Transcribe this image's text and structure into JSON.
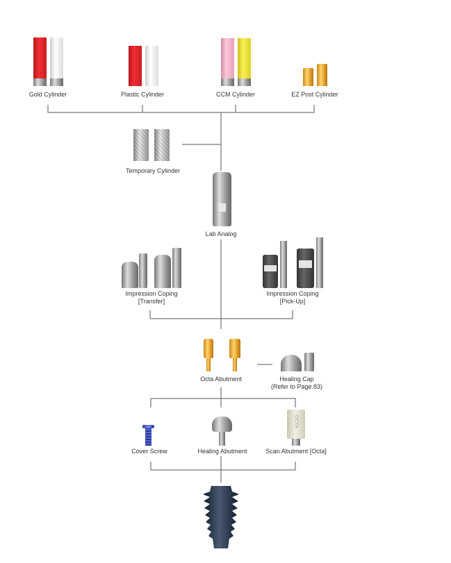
{
  "labels": {
    "gold_cylinder": "Gold Cylinder",
    "plastic_cylinder": "Plastic Cylinder",
    "ccm_cylinder": "CCM Cylinder",
    "ez_post_cylinder": "EZ Post Cylinder",
    "temporary_cylinder": "Temporary Cylinder",
    "lab_analog": "Lab Analog",
    "impression_transfer": "Impression Coping",
    "impression_transfer_sub": "[Transfer]",
    "impression_pickup": "Impression Coping",
    "impression_pickup_sub": "[Pick-Up]",
    "octa_abutment": "Octa Abutment",
    "healing_cap": "Healing Cap",
    "healing_cap_sub": "(Refer to Page.83)",
    "cover_screw": "Cover Screw",
    "healing_abutment": "Healing Abutment",
    "scan_abutment": "Scan Abutment [Octa]",
    "scan_engraving": "OCTA"
  },
  "colors": {
    "red": "#e8252b",
    "pink": "#f4b6cc",
    "yellow": "#ece33c",
    "line": "#555555"
  }
}
